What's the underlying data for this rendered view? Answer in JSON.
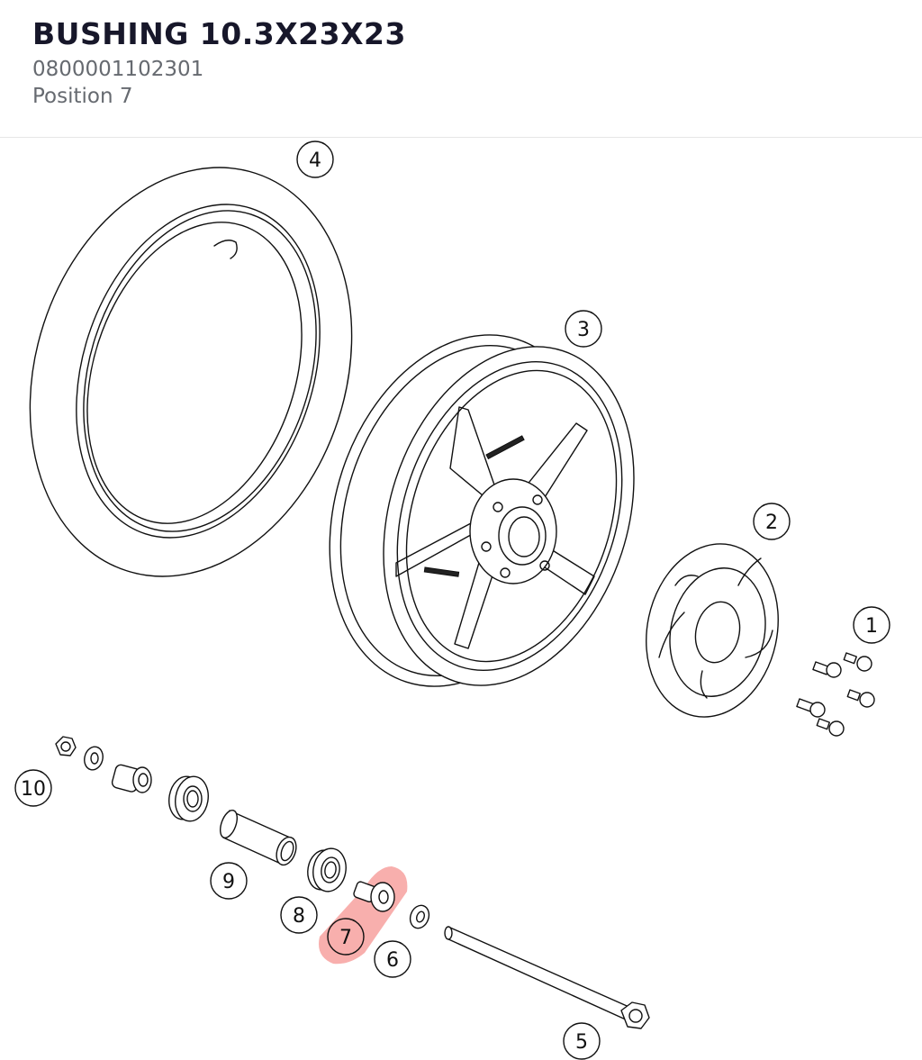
{
  "header": {
    "title": "BUSHING 10.3X23X23",
    "part_number": "0800001102301",
    "position": "Position 7"
  },
  "diagram": {
    "highlight_color": "#f7a19f",
    "callouts": {
      "c1": "1",
      "c2": "2",
      "c3": "3",
      "c4": "4",
      "c5": "5",
      "c6": "6",
      "c7": "7",
      "c8": "8",
      "c9": "9",
      "c10": "10"
    },
    "selected": "7"
  }
}
